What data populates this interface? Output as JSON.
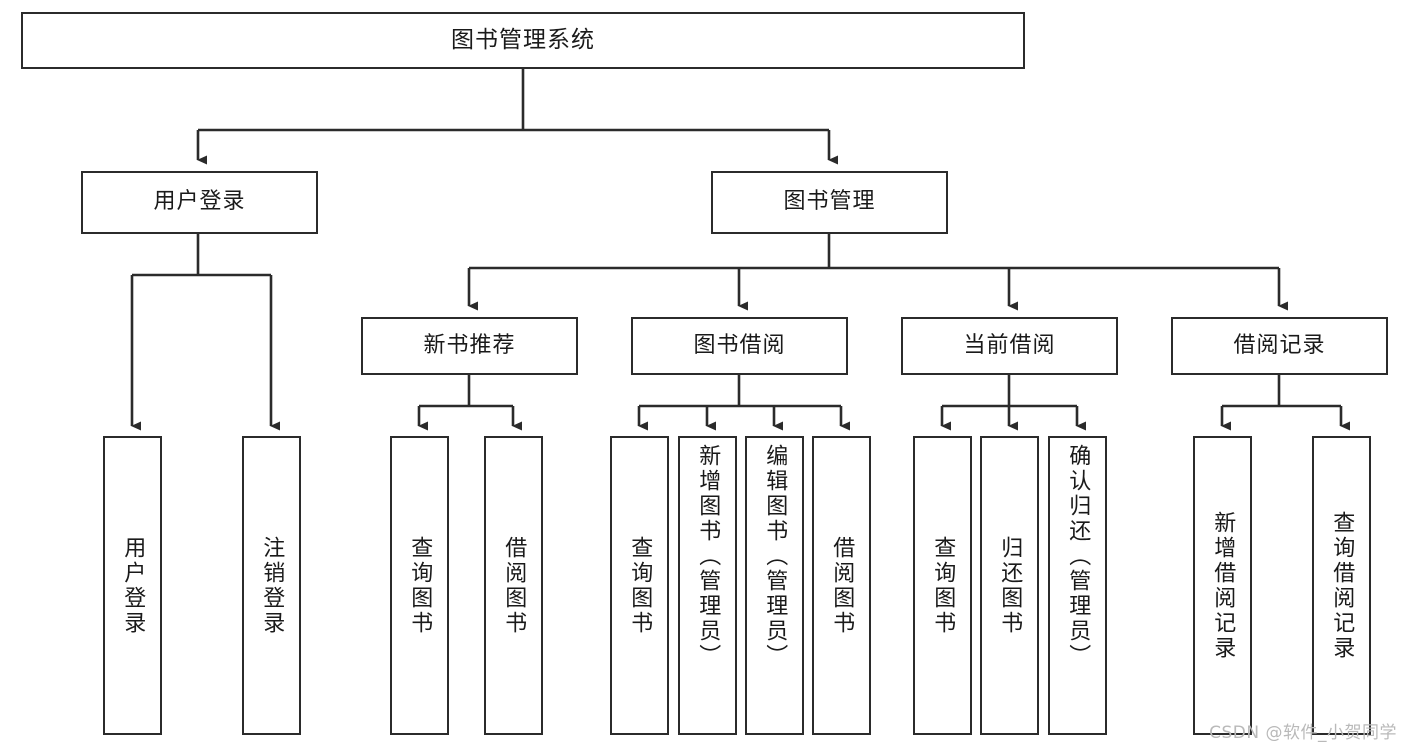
{
  "diagram": {
    "title_node": {
      "label": "图书管理系统"
    },
    "level2": [
      {
        "id": "user-login",
        "label": "用户登录"
      },
      {
        "id": "book-management",
        "label": "图书管理"
      }
    ],
    "level3": [
      {
        "id": "new-book-recommend",
        "label": "新书推荐"
      },
      {
        "id": "book-borrow",
        "label": "图书借阅"
      },
      {
        "id": "current-borrow",
        "label": "当前借阅"
      },
      {
        "id": "borrow-record",
        "label": "借阅记录"
      }
    ],
    "leaves": [
      {
        "id": "leaf-user-login",
        "label": "用户登录"
      },
      {
        "id": "leaf-logout",
        "label": "注销登录"
      },
      {
        "id": "leaf-query-book-1",
        "label": "查询图书"
      },
      {
        "id": "leaf-borrow-book-1",
        "label": "借阅图书"
      },
      {
        "id": "leaf-query-book-2",
        "label": "查询图书"
      },
      {
        "id": "leaf-add-book",
        "label": "新增图书（管理员）"
      },
      {
        "id": "leaf-edit-book",
        "label": "编辑图书（管理员）"
      },
      {
        "id": "leaf-borrow-book-2",
        "label": "借阅图书"
      },
      {
        "id": "leaf-query-book-3",
        "label": "查询图书"
      },
      {
        "id": "leaf-return-book",
        "label": "归还图书"
      },
      {
        "id": "leaf-confirm-return",
        "label": "确认归还（管理员）"
      },
      {
        "id": "leaf-add-record",
        "label": "新增借阅记录"
      },
      {
        "id": "leaf-query-record",
        "label": "查询借阅记录"
      }
    ],
    "watermark": "CSDN @软件_小贺同学",
    "colors": {
      "border": "#2b2b2b",
      "background": "#ffffff",
      "text": "#1a1a1a",
      "watermark": "#b9b9b9"
    }
  }
}
